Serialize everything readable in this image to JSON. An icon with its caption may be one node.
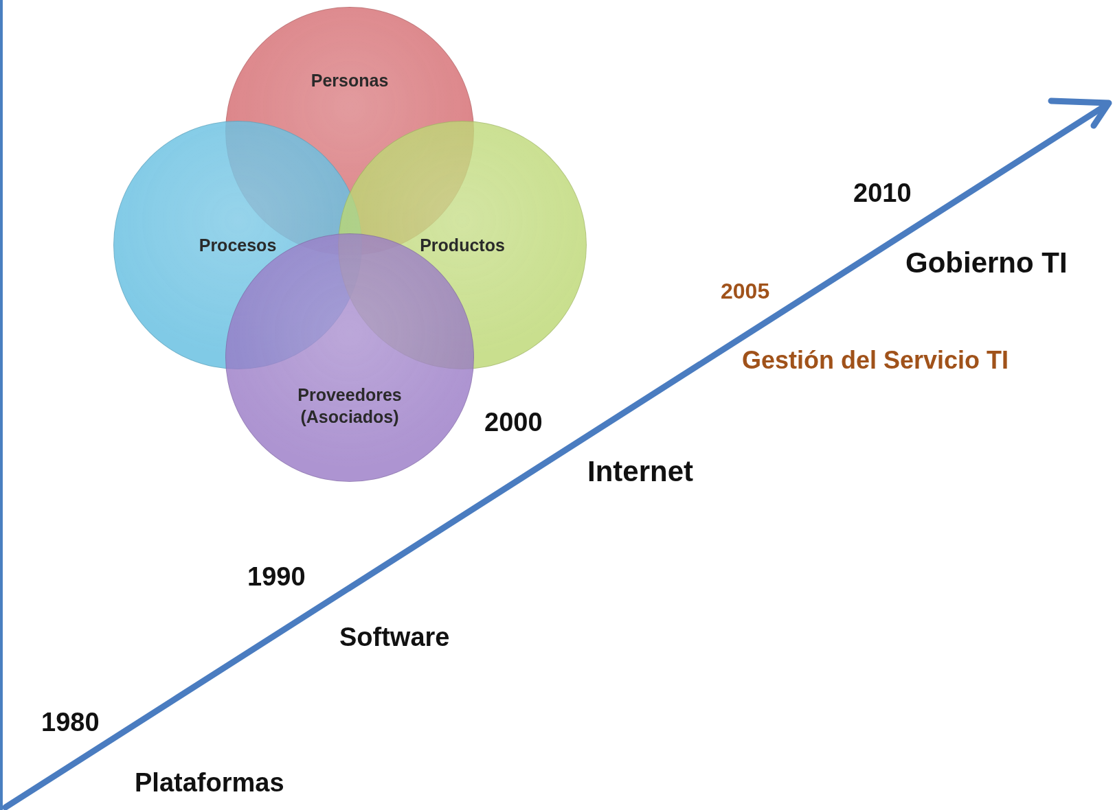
{
  "diagram": {
    "nodes": [
      {
        "text": [
          "Personas"
        ]
      },
      {
        "text": [
          "Procesos"
        ]
      },
      {
        "text": [
          "Productos"
        ]
      },
      {
        "text": [
          "Proveedores (Asociados)"
        ]
      }
    ],
    "labels": [
      "2010",
      "Gobierno TI",
      "2005",
      "Gestión del Servicio TI",
      "2000",
      "Internet",
      "1990",
      "Software",
      "1980",
      "Plataformas"
    ]
  }
}
